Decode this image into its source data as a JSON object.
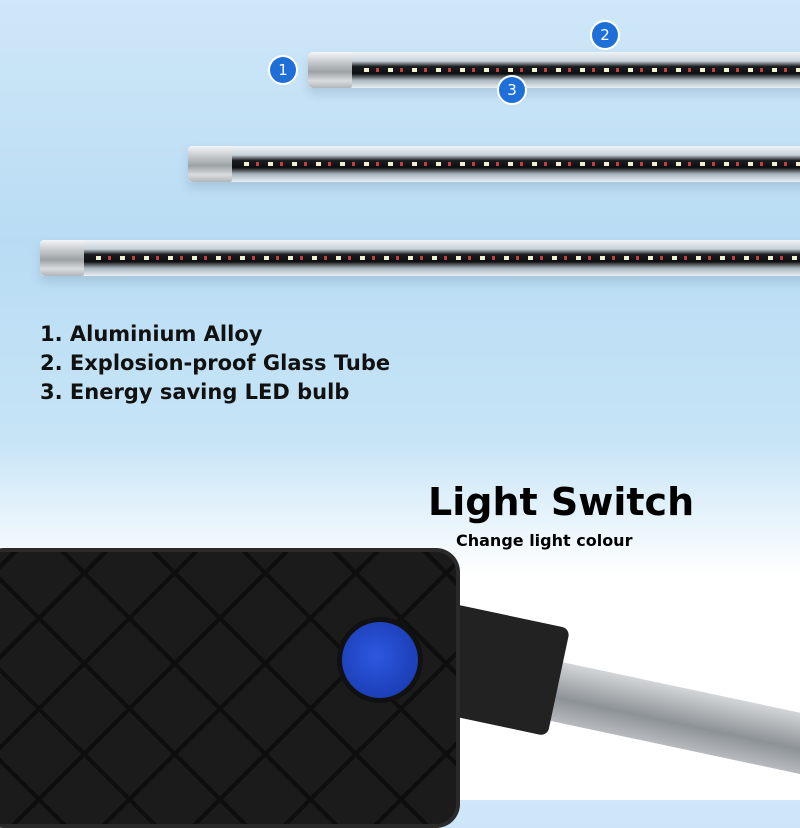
{
  "callouts": [
    "1",
    "2",
    "3"
  ],
  "features": [
    "1. Aluminium Alloy",
    "2. Explosion-proof Glass Tube",
    "3. Energy saving LED bulb"
  ],
  "switch_section": {
    "title": "Light Switch",
    "subtitle": "Change light colour"
  },
  "colors": {
    "badge": "#1f6fd8",
    "button": "#2c58e0"
  }
}
